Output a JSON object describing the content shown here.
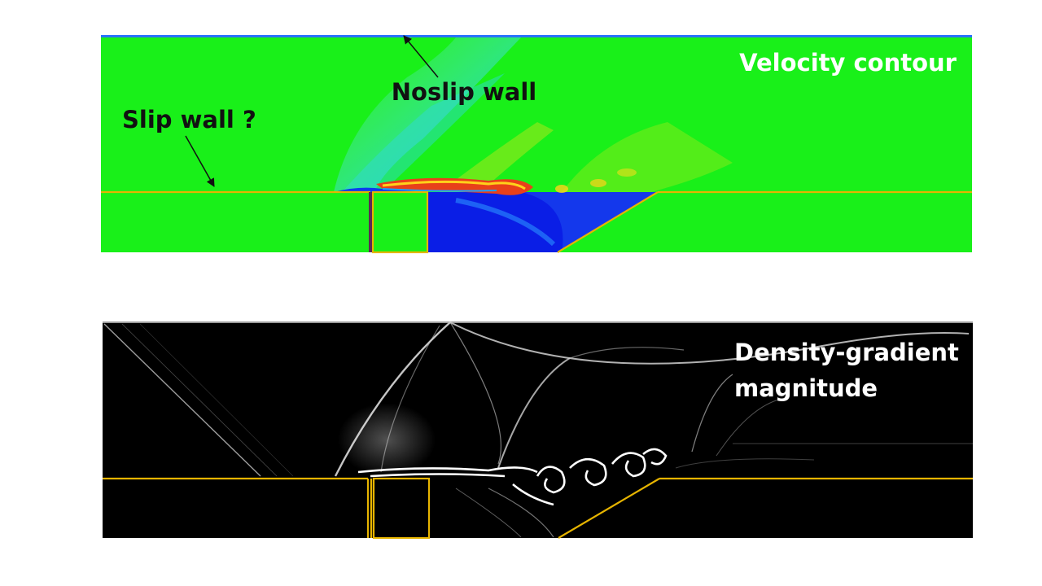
{
  "top_panel": {
    "title": "Velocity contour",
    "annotations": {
      "noslip": "Noslip wall",
      "slip": "Slip wall ?"
    }
  },
  "bottom_panel": {
    "title_line1": "Density-gradient",
    "title_line2": "magnitude"
  },
  "colors": {
    "freestream": "#19f019",
    "low_velocity": "#0a1ee6",
    "shear_layer_hot": "#e8401a",
    "geometry_outline": "#e6b400",
    "schlieren_bg": "#000000",
    "wall_top": "#2a72ff"
  }
}
